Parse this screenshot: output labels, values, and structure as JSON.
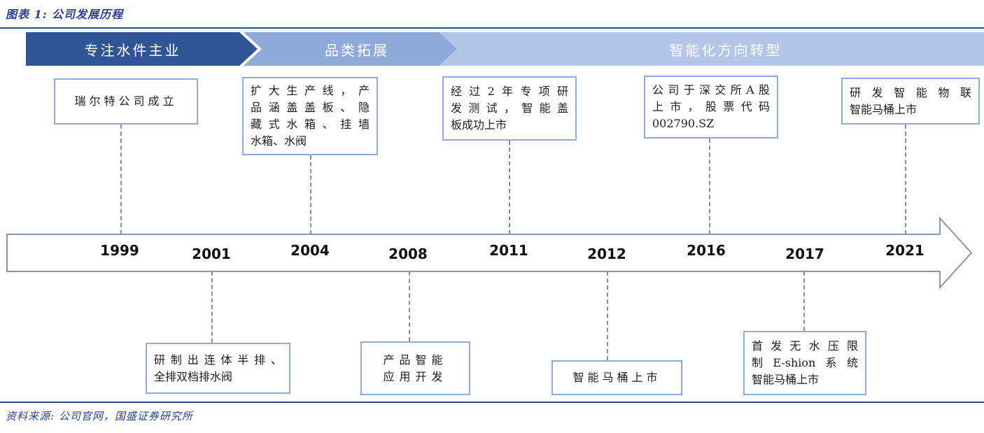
{
  "figure": {
    "title": "图表 1: 公司发展历程",
    "source": "资料来源: 公司官网，国盛证券研究所"
  },
  "phases": [
    {
      "label": "专注水件主业"
    },
    {
      "label": "品类拓展"
    },
    {
      "label": "智能化方向转型"
    }
  ],
  "events": [
    {
      "year": "1999",
      "side": "above",
      "text": "瑞尔特公司成立"
    },
    {
      "year": "2001",
      "side": "below",
      "text": "研制出连体半排、\n全排双档排水阀"
    },
    {
      "year": "2004",
      "side": "above",
      "text": "扩大生产线，产\n品涵盖盖板、隐\n藏式水箱、挂墙\n水箱、水阀"
    },
    {
      "year": "2008",
      "side": "below",
      "text": "产品智能\n应用开发"
    },
    {
      "year": "2011",
      "side": "above",
      "text": "经过2年专项研\n发测试，智能盖\n板成功上市"
    },
    {
      "year": "2012",
      "side": "below",
      "text": "智能马桶上市"
    },
    {
      "year": "2016",
      "side": "above",
      "text": "公司于深交所A股\n上市，股票代码\n002790.SZ"
    },
    {
      "year": "2017",
      "side": "below",
      "text": "首发无水压限\n制E-shion系统\n智能马桶上市"
    },
    {
      "year": "2021",
      "side": "above",
      "text": "研发智能物联\n智能马桶上市"
    }
  ],
  "colors": {
    "phase_dark_blue": "#2F5597",
    "phase_medium_blue": "#8EAADB",
    "phase_light_blue": "#B4C6E7",
    "box_border_blue": "#8FAADC",
    "arrow_outline": "#8496B0",
    "accent_navy_text": "#27418F"
  }
}
